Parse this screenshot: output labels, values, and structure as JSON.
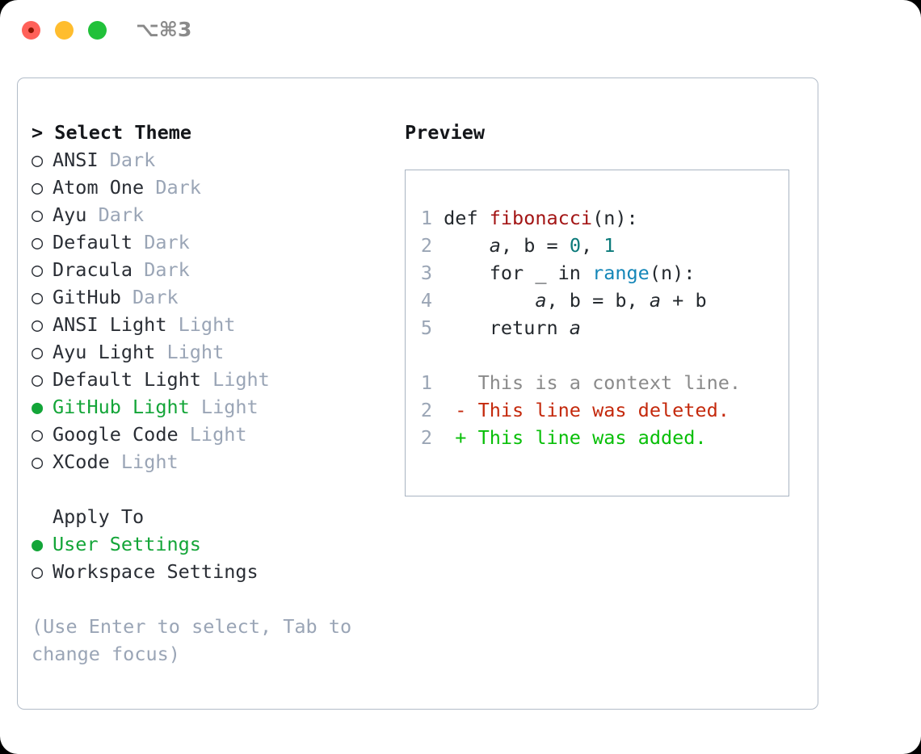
{
  "titlebar": {
    "shortcut": "⌥⌘3",
    "lights": [
      {
        "name": "close",
        "color": "#ff6159"
      },
      {
        "name": "minimize",
        "color": "#ffbd2e"
      },
      {
        "name": "maximize",
        "color": "#21c13a"
      }
    ]
  },
  "theme_list": {
    "header": "> Select Theme",
    "items": [
      {
        "bullet": "○",
        "label": "ANSI",
        "suffix": "Dark",
        "selected": false
      },
      {
        "bullet": "○",
        "label": "Atom One",
        "suffix": "Dark",
        "selected": false
      },
      {
        "bullet": "○",
        "label": "Ayu",
        "suffix": "Dark",
        "selected": false
      },
      {
        "bullet": "○",
        "label": "Default",
        "suffix": "Dark",
        "selected": false
      },
      {
        "bullet": "○",
        "label": "Dracula",
        "suffix": "Dark",
        "selected": false
      },
      {
        "bullet": "○",
        "label": "GitHub",
        "suffix": "Dark",
        "selected": false
      },
      {
        "bullet": "○",
        "label": "ANSI Light",
        "suffix": "Light",
        "selected": false
      },
      {
        "bullet": "○",
        "label": "Ayu Light",
        "suffix": "Light",
        "selected": false
      },
      {
        "bullet": "○",
        "label": "Default Light",
        "suffix": "Light",
        "selected": false
      },
      {
        "bullet": "●",
        "label": "GitHub Light",
        "suffix": "Light",
        "selected": true
      },
      {
        "bullet": "○",
        "label": "Google Code",
        "suffix": "Light",
        "selected": false
      },
      {
        "bullet": "○",
        "label": "XCode",
        "suffix": "Light",
        "selected": false
      }
    ]
  },
  "apply_to": {
    "header": "Apply To",
    "items": [
      {
        "bullet": "●",
        "label": "User Settings",
        "suffix": "",
        "selected": true
      },
      {
        "bullet": "○",
        "label": "Workspace Settings",
        "suffix": "",
        "selected": false
      }
    ]
  },
  "hint": "(Use Enter to select, Tab to change focus)",
  "preview": {
    "title": "Preview",
    "code_lines": [
      {
        "num": "1",
        "tokens": [
          {
            "text": "def ",
            "cls": "tok-plain"
          },
          {
            "text": "fibonacci",
            "cls": "tok-fn"
          },
          {
            "text": "(n):",
            "cls": "tok-plain"
          }
        ]
      },
      {
        "num": "2",
        "tokens": [
          {
            "text": "    ",
            "cls": "tok-plain"
          },
          {
            "text": "a",
            "cls": "tok-var"
          },
          {
            "text": ", ",
            "cls": "tok-plain"
          },
          {
            "text": "b",
            "cls": "tok-plain"
          },
          {
            "text": " = ",
            "cls": "tok-plain"
          },
          {
            "text": "0",
            "cls": "tok-num"
          },
          {
            "text": ", ",
            "cls": "tok-plain"
          },
          {
            "text": "1",
            "cls": "tok-num"
          }
        ]
      },
      {
        "num": "3",
        "tokens": [
          {
            "text": "    for _ in ",
            "cls": "tok-plain"
          },
          {
            "text": "range",
            "cls": "tok-builtin"
          },
          {
            "text": "(n):",
            "cls": "tok-plain"
          }
        ]
      },
      {
        "num": "4",
        "tokens": [
          {
            "text": "        ",
            "cls": "tok-plain"
          },
          {
            "text": "a",
            "cls": "tok-var"
          },
          {
            "text": ", b = b, ",
            "cls": "tok-plain"
          },
          {
            "text": "a",
            "cls": "tok-var"
          },
          {
            "text": " + b",
            "cls": "tok-plain"
          }
        ]
      },
      {
        "num": "5",
        "tokens": [
          {
            "text": "    return ",
            "cls": "tok-plain"
          },
          {
            "text": "a",
            "cls": "tok-var"
          }
        ]
      }
    ],
    "diff_lines": [
      {
        "num": "1",
        "marker": " ",
        "text": " This is a context line.",
        "cls": "diff-ctx"
      },
      {
        "num": "2",
        "marker": "-",
        "text": " This line was deleted.",
        "cls": "diff-del"
      },
      {
        "num": "2",
        "marker": "+",
        "text": " This line was added.",
        "cls": "diff-add"
      }
    ]
  },
  "colors": {
    "accent_green": "#13a538",
    "muted_gray": "#9aa5b6",
    "border": "#b2bcc8",
    "preview_border": "#a9b4c2",
    "diff_added": "#08bf08",
    "diff_deleted": "#c4290c",
    "fn_red": "#a31515",
    "num_teal": "#0b7a7a",
    "builtin_blue": "#1486b8"
  }
}
